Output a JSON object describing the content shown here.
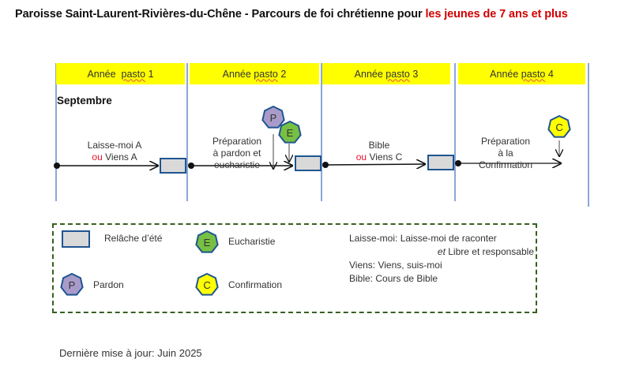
{
  "title": {
    "main": "Paroisse  Saint-Laurent-Rivières-du-Chêne - Parcours de foi chrétienne pour ",
    "highlight": "les jeunes de 7 ans et plus",
    "highlight_color": "#d00000"
  },
  "columns": [
    {
      "prefix": "Année  ",
      "word": "pasto",
      "suffix": " 1"
    },
    {
      "prefix": "Année ",
      "word": "pasto",
      "suffix": " 2"
    },
    {
      "prefix": "Année ",
      "word": "pasto",
      "suffix": " 3"
    },
    {
      "prefix": "Année ",
      "word": "pasto",
      "suffix": " 4"
    }
  ],
  "header_color": "#ffff00",
  "start_label": "Septembre",
  "stages": [
    {
      "line1": "Laisse-moi A",
      "or": "ou",
      "line2": " Viens A"
    },
    {
      "line1": "Préparation",
      "line2": "à pardon et",
      "line3": "eucharistie"
    },
    {
      "line1": "Bible",
      "or": "ou",
      "line2": " Viens C"
    },
    {
      "line1": "Préparation",
      "line2": "à la",
      "line3": "Confirmation"
    }
  ],
  "markers": {
    "P": {
      "letter": "P",
      "color": "#a99bc9"
    },
    "E": {
      "letter": "E",
      "color": "#77c043"
    },
    "C": {
      "letter": "C",
      "color": "#ffff00"
    }
  },
  "legend": {
    "items": [
      {
        "symbol": "summer-box",
        "label": "Relâche d’été"
      },
      {
        "symbol": "E",
        "label": "Eucharistie"
      },
      {
        "symbol": "P",
        "label": "Pardon"
      },
      {
        "symbol": "C",
        "label": "Confirmation"
      }
    ],
    "notes": {
      "line1": "Laisse-moi: Laisse-moi de raconter",
      "line2_italic": "et",
      "line2_rest": " Libre et responsable",
      "line3": "Viens: Viens, suis-moi",
      "line4": "Bible: Cours de Bible"
    },
    "border_color": "#376021"
  },
  "footer": "Dernière mise à jour: Juin 2025"
}
